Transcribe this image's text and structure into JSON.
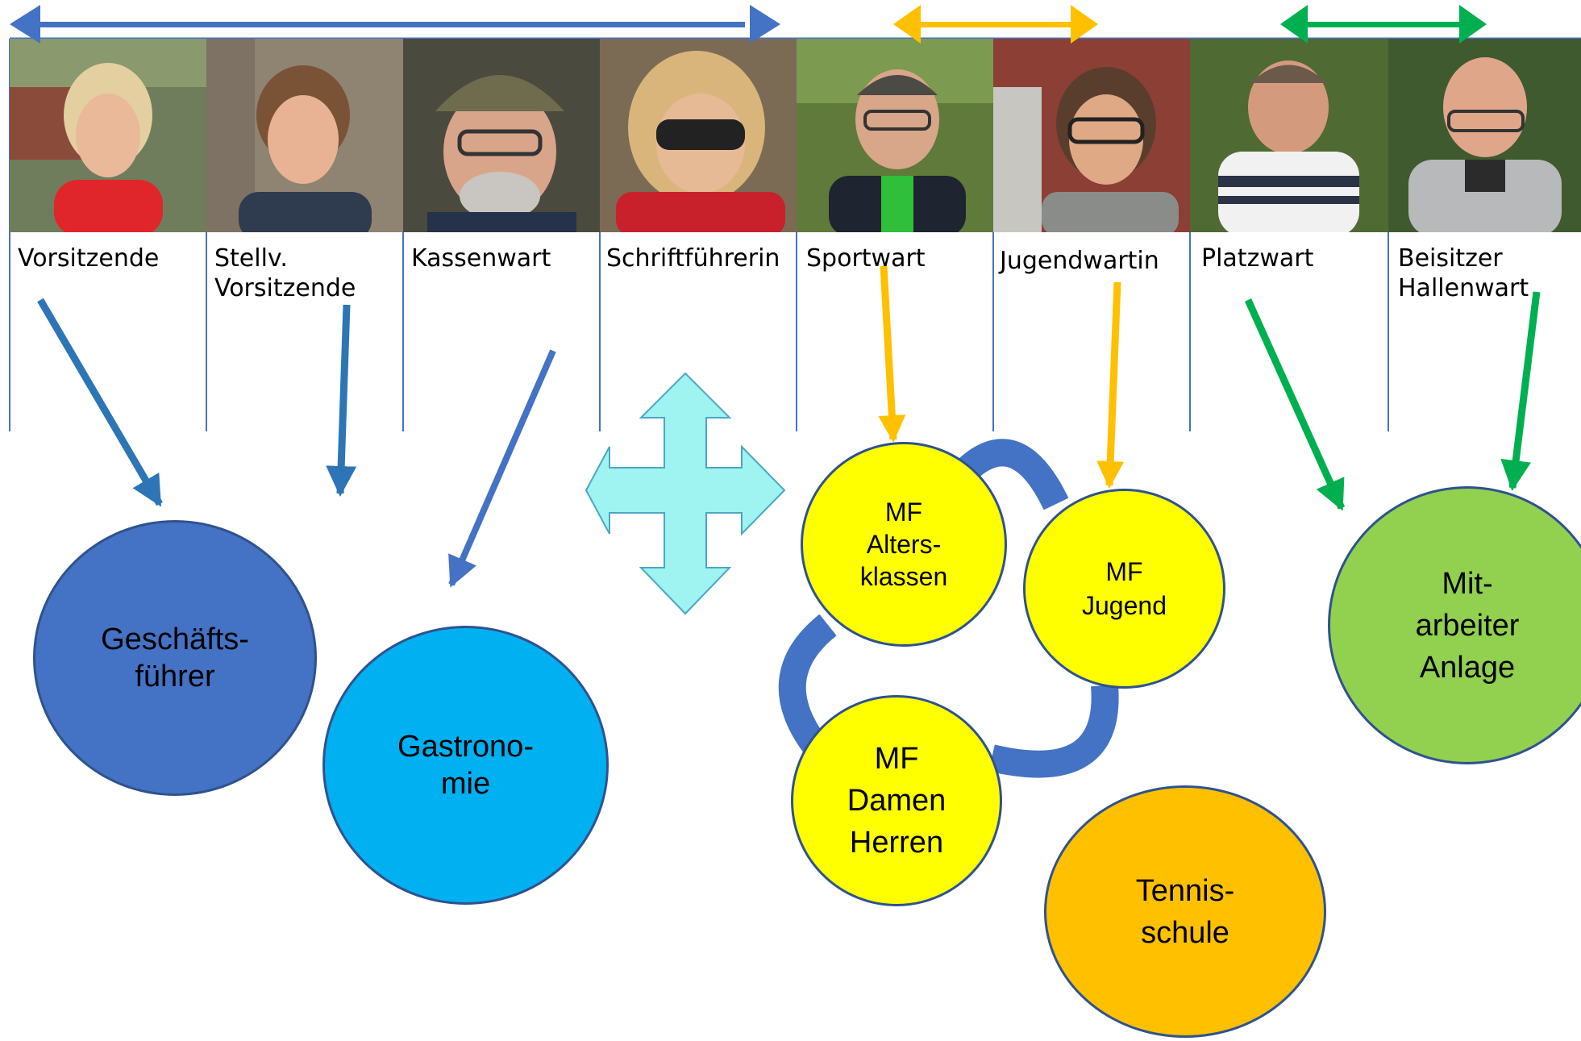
{
  "colors": {
    "blue_dark": "#4472c4",
    "blue_arrow": "#2e75b6",
    "light_blue": "#00b0f0",
    "gold": "#ffc000",
    "green_arrow": "#00b050",
    "light_green": "#92d050",
    "yellow": "#ffff00",
    "cyan_cross": "#9ff3f0"
  },
  "roles": [
    {
      "label": "Vorsitzende",
      "photo": "woman-blonde-red-jacket"
    },
    {
      "label": "Stellv.\nVorsitzende",
      "photo": "woman-hair-tied-back"
    },
    {
      "label": "Kassenwart",
      "photo": "man-cap-glasses-beard"
    },
    {
      "label": "Schriftführerin",
      "photo": "woman-sunglasses"
    },
    {
      "label": "Sportwart",
      "photo": "man-glasses-short-hair"
    },
    {
      "label": "Jugendwartin",
      "photo": "woman-glasses-short-hair"
    },
    {
      "label": "Platzwart",
      "photo": "older-man-striped-shirt"
    },
    {
      "label": "Beisitzer\nHallenwart",
      "photo": "older-man-glasses"
    }
  ],
  "circles": {
    "geschaeftsfuehrer": "Geschäfts-\nführer",
    "gastronomie": "Gastrono-\nmie",
    "mf_altersklassen": "MF\nAlters-\nklassen",
    "mf_jugend": "MF\nJugend",
    "mf_damen_herren": "MF\nDamen\nHerren",
    "tennisschule": "Tennis-\nschule",
    "mitarbeiter_anlage": "Mit-\narbeiter\nAnlage"
  }
}
